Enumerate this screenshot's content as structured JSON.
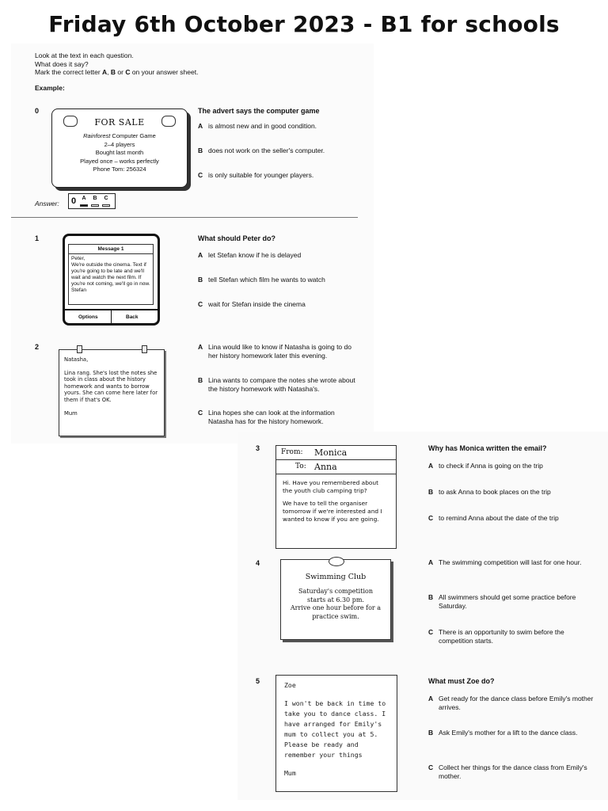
{
  "page_title": "Friday 6th October 2023 - B1 for schools",
  "instructions": [
    "Look at the text in each question.",
    "What does it say?",
    "Mark the correct letter A, B or C on your answer sheet."
  ],
  "example_label": "Example:",
  "answer_label": "Answer:",
  "answer_zero": "0",
  "answer_cols": [
    "A",
    "B",
    "C"
  ],
  "questions": [
    {
      "number": "0",
      "title": "The advert says the computer game",
      "options": [
        {
          "letter": "A",
          "text": "is almost new and in good condition."
        },
        {
          "letter": "B",
          "text": "does not work on the seller's computer."
        },
        {
          "letter": "C",
          "text": "is only suitable for younger players."
        }
      ],
      "stimulus": {
        "heading": "FOR SALE",
        "lines": [
          "Rainforest Computer Game",
          "2–4 players",
          "Bought last month",
          "Played once – works perfectly",
          "Phone Tom: 256324"
        ]
      }
    },
    {
      "number": "1",
      "title": "What should Peter do?",
      "options": [
        {
          "letter": "A",
          "text": "let Stefan know if he is delayed"
        },
        {
          "letter": "B",
          "text": "tell Stefan which film he wants to watch"
        },
        {
          "letter": "C",
          "text": "wait for Stefan inside the cinema"
        }
      ],
      "stimulus": {
        "heading": "Message 1",
        "body": "Peter,\nWe're outside the cinema. Text if you're going to be late and we'll wait and watch the next film. If you're not coming, we'll go in now.\nStefan",
        "left_key": "Options",
        "right_key": "Back"
      }
    },
    {
      "number": "2",
      "title": "",
      "options": [
        {
          "letter": "A",
          "text": "Lina would like to know if Natasha is going to do her history homework later this evening."
        },
        {
          "letter": "B",
          "text": "Lina wants to compare the notes she wrote about the history homework with Natasha's."
        },
        {
          "letter": "C",
          "text": "Lina hopes she can look at the information Natasha has for the history homework."
        }
      ],
      "stimulus": {
        "body": "Natasha,\n\nLina rang. She's lost the notes she took in class about the history homework and wants to borrow yours. She can come here later for them if that's OK.\n\nMum"
      }
    },
    {
      "number": "3",
      "title": "Why has Monica written the email?",
      "options": [
        {
          "letter": "A",
          "text": "to check if Anna is going on the trip"
        },
        {
          "letter": "B",
          "text": "to ask Anna to book places on the trip"
        },
        {
          "letter": "C",
          "text": "to remind Anna about the date of the trip"
        }
      ],
      "stimulus": {
        "from_label": "From:",
        "from": "Monica",
        "to_label": "To:",
        "to": "Anna",
        "body": "Hi. Have you remembered about the youth club camping trip?\n\nWe have to tell the organiser tomorrow if we're interested and I wanted to know if you are going."
      }
    },
    {
      "number": "4",
      "title": "",
      "options": [
        {
          "letter": "A",
          "text": "The swimming competition will last for one hour."
        },
        {
          "letter": "B",
          "text": "All swimmers should get some practice before Saturday."
        },
        {
          "letter": "C",
          "text": "There is an opportunity to swim before the competition starts."
        }
      ],
      "stimulus": {
        "heading": "Swimming Club",
        "lines": [
          "Saturday's competition",
          "starts at 6.30 pm.",
          "Arrive one hour before for a",
          "practice swim."
        ]
      }
    },
    {
      "number": "5",
      "title": "What must Zoe do?",
      "options": [
        {
          "letter": "A",
          "text": "Get ready for the dance class before Emily's mother arrives."
        },
        {
          "letter": "B",
          "text": "Ask Emily's mother for a lift to the dance class."
        },
        {
          "letter": "C",
          "text": "Collect her things for the dance class from Emily's mother."
        }
      ],
      "stimulus": {
        "body": "Zoe\n\nI won't be back in time to take you to dance class. I have arranged for Emily's mum to collect you at 5. Please be ready and remember your things\n\nMum"
      }
    }
  ]
}
